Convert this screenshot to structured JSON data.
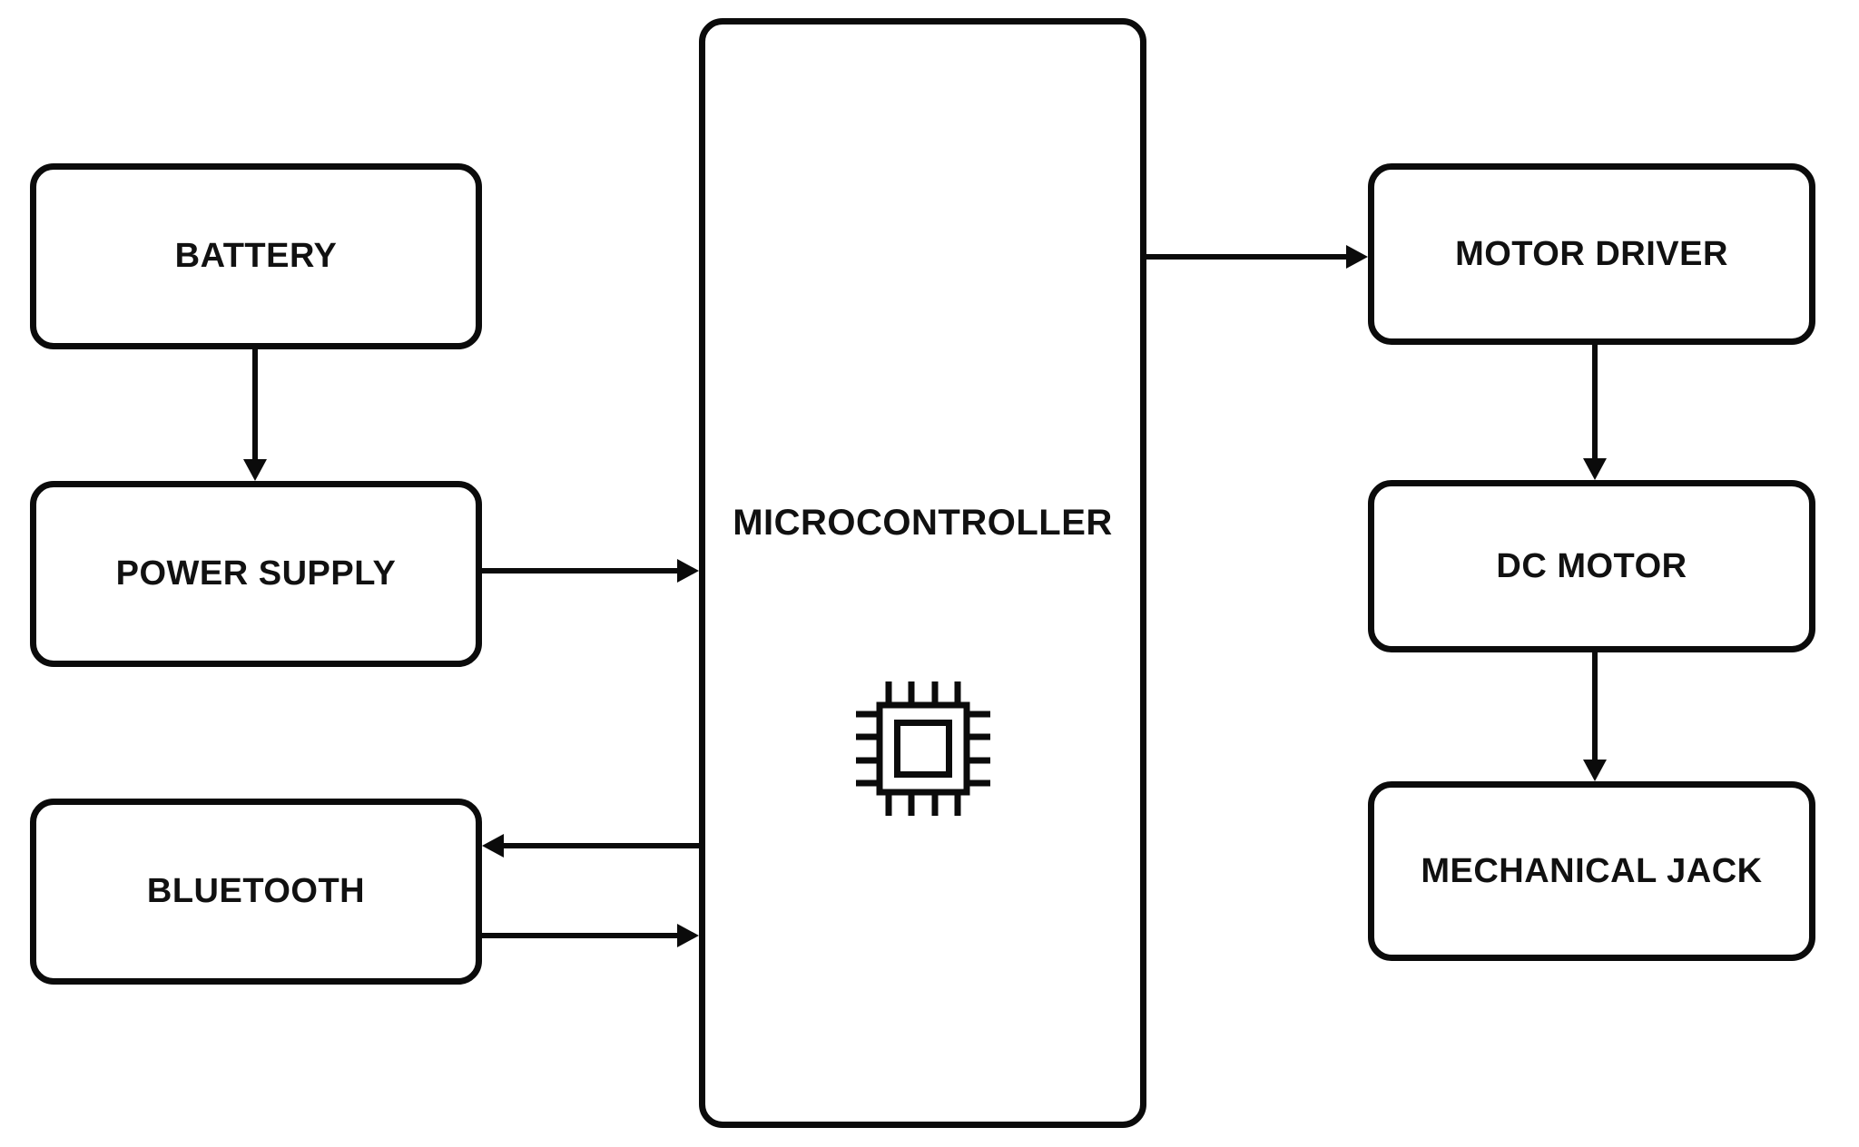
{
  "diagram": {
    "type": "block-diagram",
    "nodes": {
      "battery": {
        "label": "BATTERY"
      },
      "power_supply": {
        "label": "POWER SUPPLY"
      },
      "bluetooth": {
        "label": "BLUETOOTH"
      },
      "microcontroller": {
        "label": "MICROCONTROLLER",
        "icon": "microchip-icon"
      },
      "motor_driver": {
        "label": "MOTOR DRIVER"
      },
      "dc_motor": {
        "label": "DC MOTOR"
      },
      "mechanical_jack": {
        "label": "MECHANICAL JACK"
      }
    },
    "edges": [
      {
        "from": "battery",
        "to": "power_supply",
        "direction": "down"
      },
      {
        "from": "power_supply",
        "to": "microcontroller",
        "direction": "right"
      },
      {
        "from": "microcontroller",
        "to": "bluetooth",
        "direction": "left"
      },
      {
        "from": "bluetooth",
        "to": "microcontroller",
        "direction": "right"
      },
      {
        "from": "microcontroller",
        "to": "motor_driver",
        "direction": "right"
      },
      {
        "from": "motor_driver",
        "to": "dc_motor",
        "direction": "down"
      },
      {
        "from": "dc_motor",
        "to": "mechanical_jack",
        "direction": "down"
      }
    ],
    "colors": {
      "line": "#0b0b0b",
      "box_fill": "#ffffff",
      "text": "#111111",
      "background": "#ffffff"
    }
  }
}
